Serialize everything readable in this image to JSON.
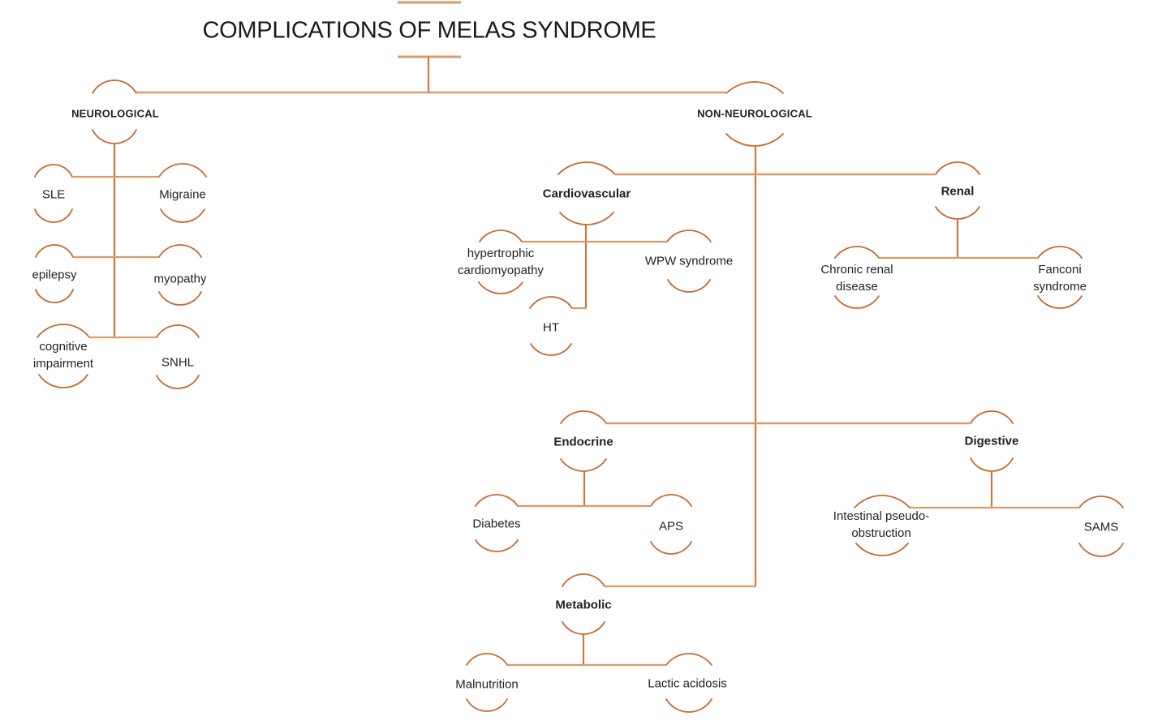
{
  "colors": {
    "arc": "#C56A31",
    "horizontal_line": "#D99B6C",
    "vertical_line": "#D4763A",
    "text": "#222222",
    "background": "#ffffff"
  },
  "diagram": {
    "title": "COMPLICATIONS OF MELAS SYNDROME",
    "branches": [
      {
        "label": "NEUROLOGICAL",
        "children": [
          {
            "label": "SLE"
          },
          {
            "label": "Migraine"
          },
          {
            "label": "epilepsy"
          },
          {
            "label": "myopathy"
          },
          {
            "label": "cognitive impairment"
          },
          {
            "label": "SNHL"
          }
        ]
      },
      {
        "label": "NON-NEUROLOGICAL",
        "children": [
          {
            "label": "Cardiovascular",
            "children": [
              {
                "label": "hypertrophic cardiomyopathy"
              },
              {
                "label": "WPW syndrome"
              },
              {
                "label": "HT"
              }
            ]
          },
          {
            "label": "Renal",
            "children": [
              {
                "label": "Chronic renal disease"
              },
              {
                "label": "Fanconi syndrome"
              }
            ]
          },
          {
            "label": "Endocrine",
            "children": [
              {
                "label": "Diabetes"
              },
              {
                "label": "APS"
              }
            ]
          },
          {
            "label": "Digestive",
            "children": [
              {
                "label": "Intestinal pseudo-obstruction"
              },
              {
                "label": "SAMS"
              }
            ]
          },
          {
            "label": "Metabolic",
            "children": [
              {
                "label": "Malnutrition"
              },
              {
                "label": "Lactic acidosis"
              }
            ]
          }
        ]
      }
    ]
  }
}
